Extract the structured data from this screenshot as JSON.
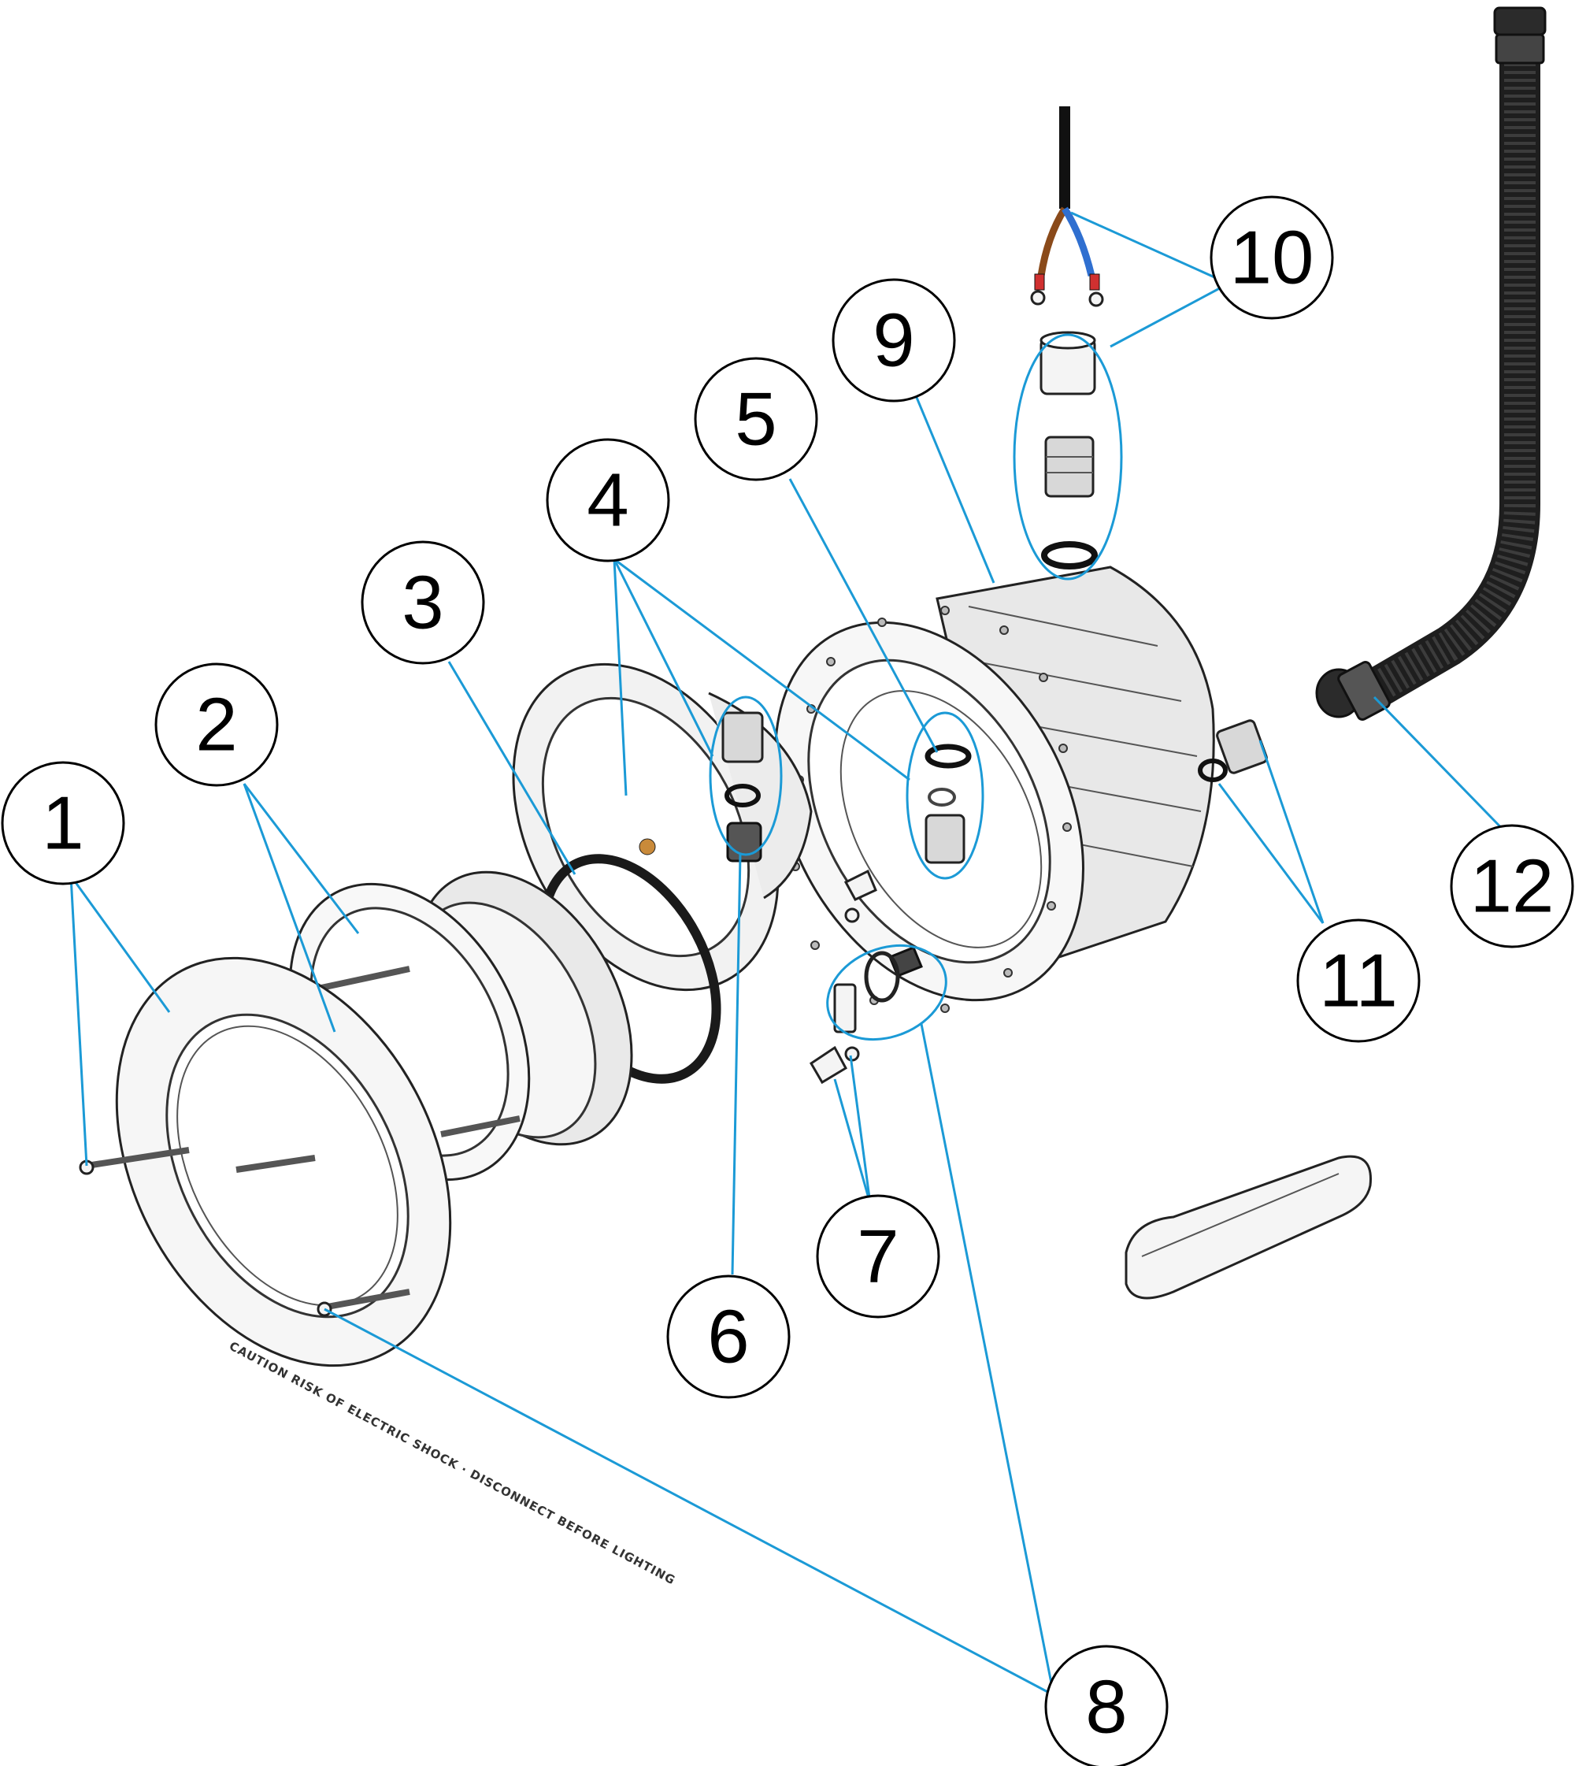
{
  "callouts": {
    "c1": "1",
    "c2": "2",
    "c3": "3",
    "c4": "4",
    "c5": "5",
    "c6": "6",
    "c7": "7",
    "c8": "8",
    "c9": "9",
    "c10": "10",
    "c11": "11",
    "c12": "12"
  },
  "colors": {
    "leader_line": "#1b9ad6",
    "wire_brown": "#8a4a1a",
    "wire_blue": "#2f6fd0",
    "terminal_red": "#d03030"
  },
  "parts": {
    "front_ring_text": "CAUTION RISK OF ELECTRIC SHOCK · DISCONNECT BEFORE LIGHTING"
  }
}
